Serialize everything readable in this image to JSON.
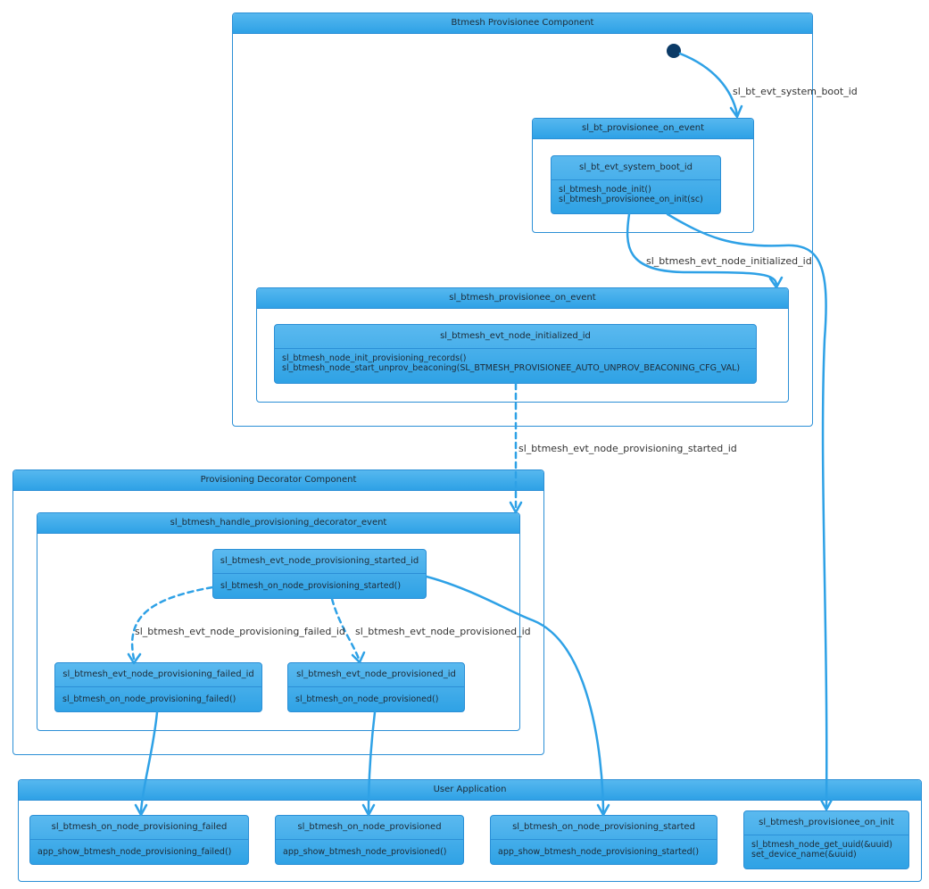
{
  "frames": {
    "provisionee": "Btmesh Provisionee Component",
    "decorator": "Provisioning Decorator Component",
    "user_app": "User Application",
    "bt_on_event": "sl_bt_provisionee_on_event",
    "btmesh_on_event": "sl_btmesh_provisionee_on_event",
    "decorator_event": "sl_btmesh_handle_provisioning_decorator_event"
  },
  "states": {
    "system_boot": {
      "title": "sl_bt_evt_system_boot_id",
      "lines": [
        "sl_btmesh_node_init()",
        "sl_btmesh_provisionee_on_init(sc)"
      ]
    },
    "node_initialized": {
      "title": "sl_btmesh_evt_node_initialized_id",
      "lines": [
        "sl_btmesh_node_init_provisioning_records()",
        "sl_btmesh_node_start_unprov_beaconing(SL_BTMESH_PROVISIONEE_AUTO_UNPROV_BEACONING_CFG_VAL)"
      ]
    },
    "prov_started": {
      "title": "sl_btmesh_evt_node_provisioning_started_id",
      "lines": [
        "sl_btmesh_on_node_provisioning_started()"
      ]
    },
    "prov_failed": {
      "title": "sl_btmesh_evt_node_provisioning_failed_id",
      "lines": [
        "sl_btmesh_on_node_provisioning_failed()"
      ]
    },
    "provisioned": {
      "title": "sl_btmesh_evt_node_provisioned_id",
      "lines": [
        "sl_btmesh_on_node_provisioned()"
      ]
    },
    "app_failed": {
      "title": "sl_btmesh_on_node_provisioning_failed",
      "lines": [
        "app_show_btmesh_node_provisioning_failed()"
      ]
    },
    "app_provisioned": {
      "title": "sl_btmesh_on_node_provisioned",
      "lines": [
        "app_show_btmesh_node_provisioned()"
      ]
    },
    "app_started": {
      "title": "sl_btmesh_on_node_provisioning_started",
      "lines": [
        "app_show_btmesh_node_provisioning_started()"
      ]
    },
    "app_on_init": {
      "title": "sl_btmesh_provisionee_on_init",
      "lines": [
        "sl_btmesh_node_get_uuid(&uuid)",
        "set_device_name(&uuid)"
      ]
    }
  },
  "labels": {
    "boot": "sl_bt_evt_system_boot_id",
    "initialized": "sl_btmesh_evt_node_initialized_id",
    "prov_started": "sl_btmesh_evt_node_provisioning_started_id",
    "prov_failed": "sl_btmesh_evt_node_provisioning_failed_id",
    "provisioned": "sl_btmesh_evt_node_provisioned_id"
  },
  "colors": {
    "accent": "#2ea1e6",
    "start_node": "#0b3a66"
  }
}
